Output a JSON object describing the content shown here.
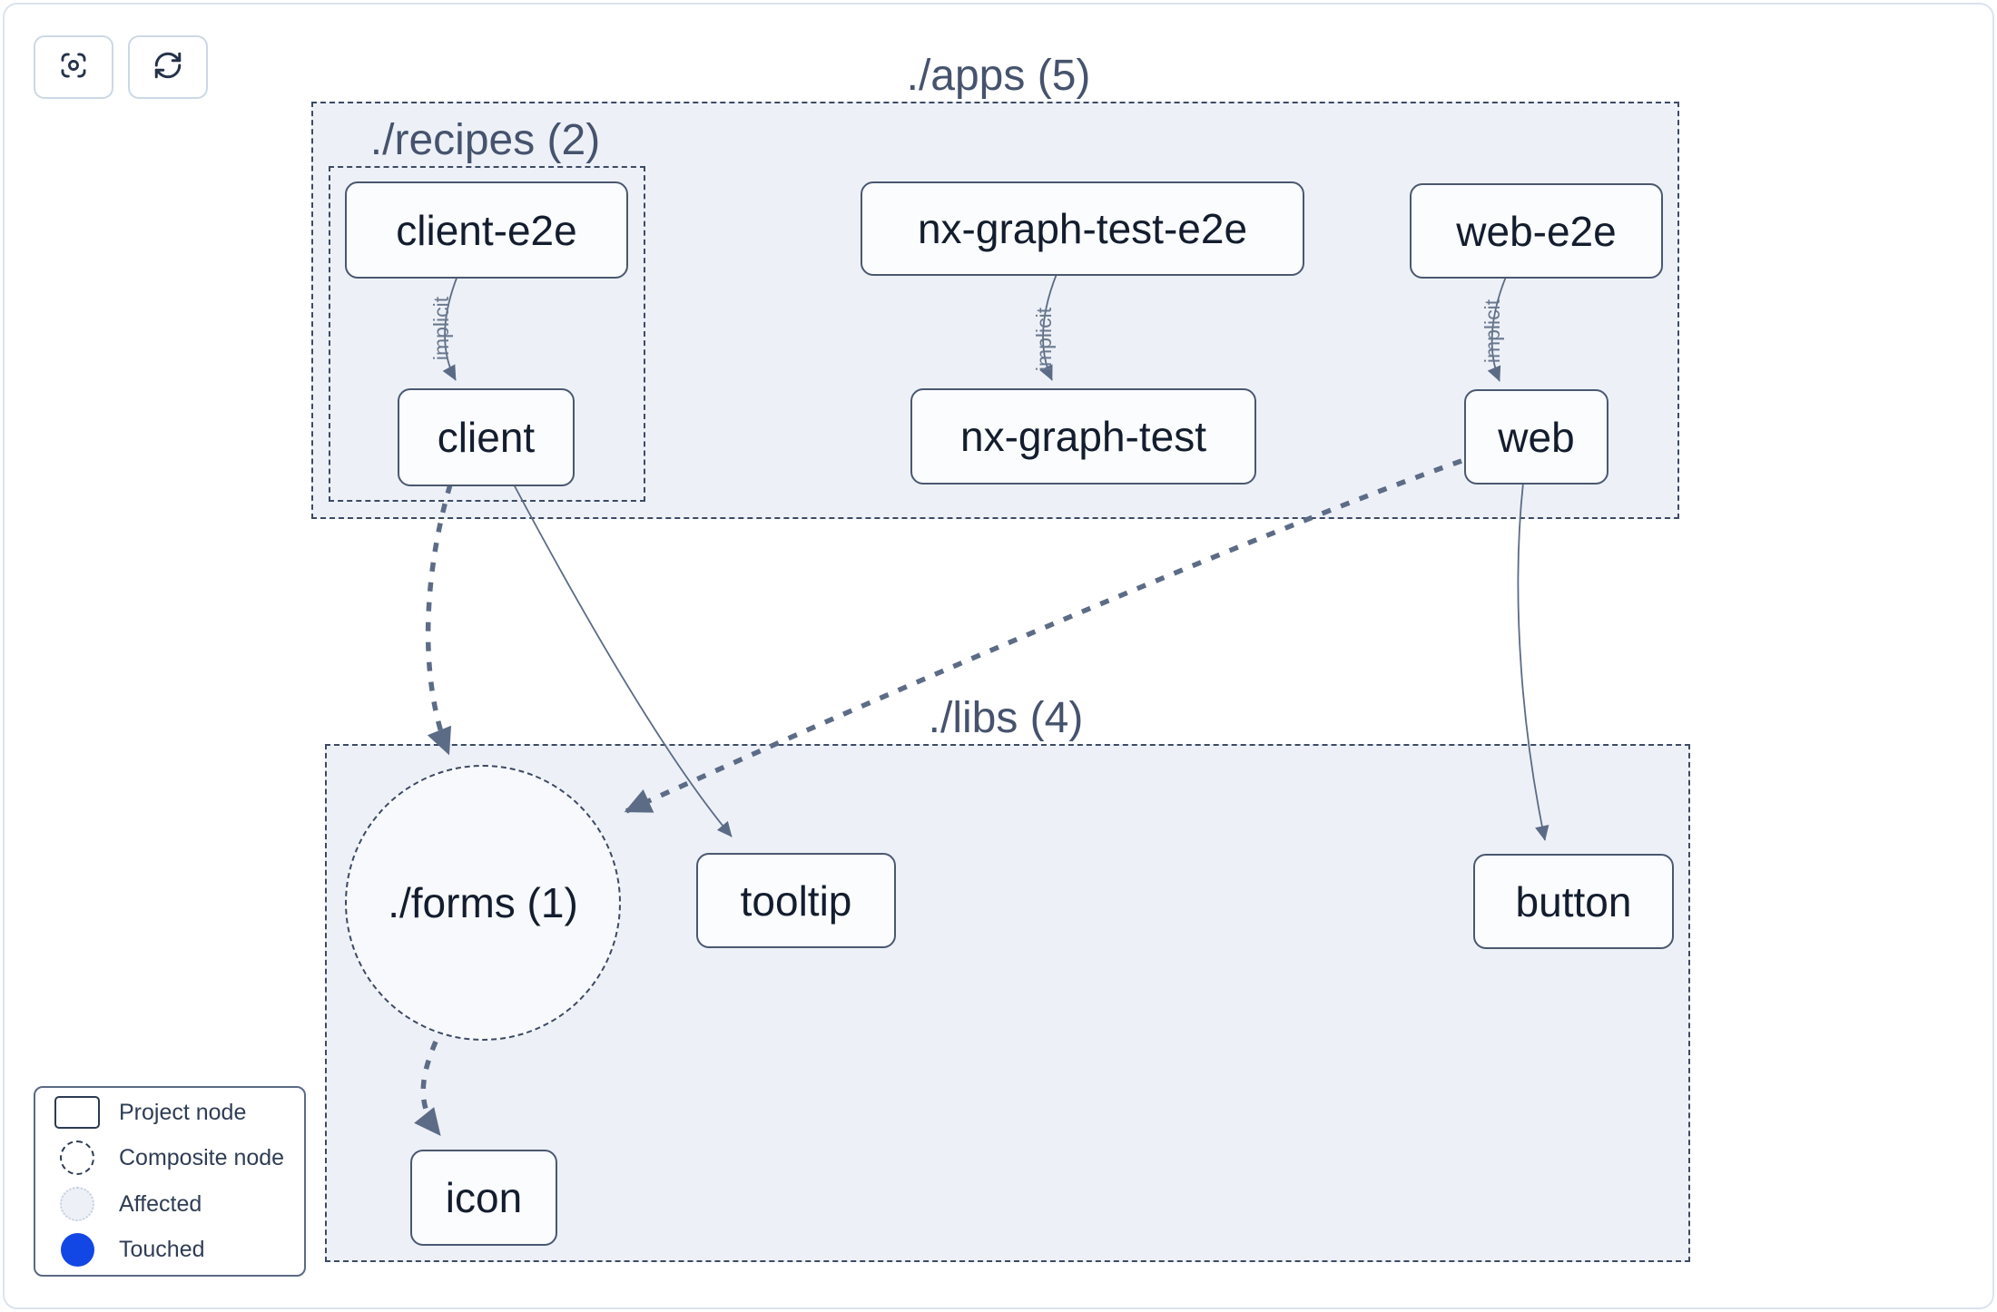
{
  "toolbar": {
    "buttons": [
      {
        "id": "focus",
        "icon": "focus-icon"
      },
      {
        "id": "refresh",
        "icon": "refresh-icon"
      }
    ]
  },
  "groups": {
    "apps": {
      "label": "./apps (5)"
    },
    "recipes": {
      "label": "./recipes (2)"
    },
    "libs": {
      "label": "./libs (4)"
    },
    "forms": {
      "label": "./forms (1)",
      "type": "composite"
    }
  },
  "nodes": {
    "client_e2e": {
      "label": "client-e2e"
    },
    "client": {
      "label": "client"
    },
    "nx_graph_test_e2e": {
      "label": "nx-graph-test-e2e"
    },
    "nx_graph_test": {
      "label": "nx-graph-test"
    },
    "web_e2e": {
      "label": "web-e2e"
    },
    "web": {
      "label": "web"
    },
    "tooltip": {
      "label": "tooltip"
    },
    "button": {
      "label": "button"
    },
    "icon": {
      "label": "icon"
    }
  },
  "edges": [
    {
      "from": "client-e2e",
      "to": "client",
      "type": "implicit",
      "label": "implicit"
    },
    {
      "from": "nx-graph-test-e2e",
      "to": "nx-graph-test",
      "type": "implicit",
      "label": "implicit"
    },
    {
      "from": "web-e2e",
      "to": "web",
      "type": "implicit",
      "label": "implicit"
    },
    {
      "from": "client",
      "to": "./forms (1)",
      "type": "thick-dashed",
      "label": ""
    },
    {
      "from": "client",
      "to": "tooltip",
      "type": "direct",
      "label": ""
    },
    {
      "from": "web",
      "to": "./forms (1)",
      "type": "thick-dashed",
      "label": ""
    },
    {
      "from": "web",
      "to": "button",
      "type": "direct",
      "label": ""
    },
    {
      "from": "./forms (1)",
      "to": "icon",
      "type": "thick-dashed",
      "label": ""
    }
  ],
  "legend": {
    "items": [
      {
        "label": "Project node",
        "icon": "project-node-icon"
      },
      {
        "label": "Composite node",
        "icon": "composite-node-icon"
      },
      {
        "label": "Affected",
        "icon": "affected-icon"
      },
      {
        "label": "Touched",
        "icon": "touched-icon"
      }
    ]
  },
  "colors": {
    "touched_blue": "#1347e5",
    "affected_fill": "#edf1f7",
    "container_fill": "#edf1f7",
    "dashed_border": "#3d4a63",
    "node_border": "#4a5870",
    "edge": "#5d6c86",
    "node_text": "#131d2e",
    "group_label_text": "#46536d"
  }
}
